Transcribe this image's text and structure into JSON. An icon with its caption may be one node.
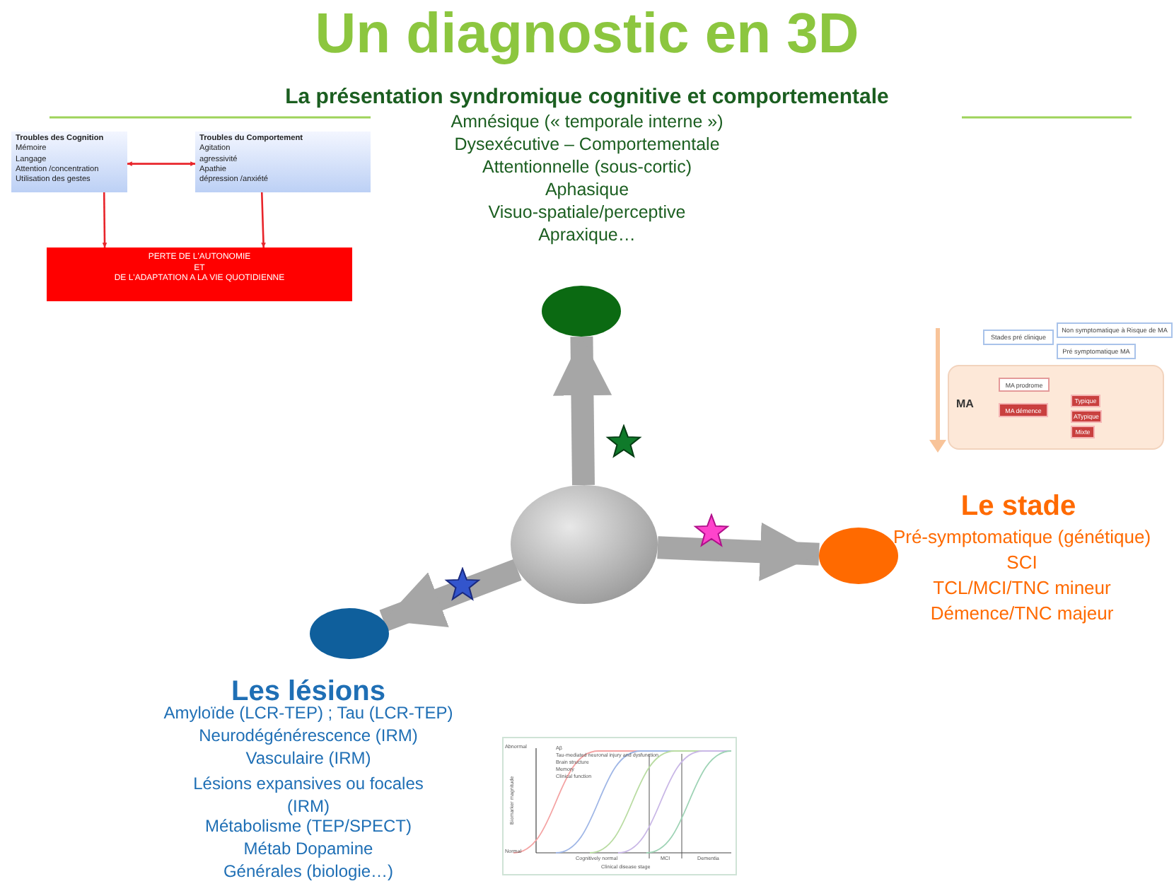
{
  "diagram": {
    "title": "Un diagnostic en 3D",
    "nodes": [
      {
        "text": [
          "Troubles des Cognition",
          "Mémoire",
          "Langage",
          "Attention /concentration",
          "Utilisation des gestes"
        ]
      },
      {
        "text": [
          "Troubles du Comportement",
          "Agitation",
          "agressivité",
          "Apathie",
          "dépression /anxiété"
        ]
      },
      {
        "text": [
          "PERTE DE L'AUTONOMIE",
          "ET",
          "DE L'ADAPTATION A LA VIE QUOTIDIENNE"
        ]
      },
      {
        "text": [],
        "shape": "circle"
      },
      {
        "text": [],
        "shape": "circle"
      },
      {
        "text": [],
        "shape": "circle"
      },
      {
        "text": [],
        "shape": "circle"
      },
      {
        "text": [
          "Stades pré clinique"
        ]
      },
      {
        "text": [
          "Non symptomatique à Risque de MA"
        ]
      },
      {
        "text": [
          "Pré symptomatique MA"
        ]
      },
      {
        "text": [
          "MA"
        ]
      },
      {
        "text": [
          "MA prodrome"
        ],
        "in": 10
      },
      {
        "text": [
          "MA démence"
        ],
        "in": 10
      },
      {
        "text": [
          "Typique"
        ],
        "in": 10
      },
      {
        "text": [
          "ATypique"
        ],
        "in": 10
      },
      {
        "text": [
          "Mixte"
        ],
        "in": 10
      }
    ],
    "edges": [
      {
        "from": 0,
        "to": 1,
        "arrow": "both"
      },
      {
        "from": 0,
        "to": 2,
        "arrow": "to"
      },
      {
        "from": 1,
        "to": 2,
        "arrow": "to"
      },
      {
        "from": 3,
        "to": 4,
        "arrow": "to",
        "style": "thick",
        "color": "#a6a6a6"
      },
      {
        "from": 3,
        "to": 5,
        "arrow": "to",
        "style": "thick",
        "color": "#a6a6a6"
      },
      {
        "from": 3,
        "to": 6,
        "arrow": "to",
        "style": "thick",
        "color": "#a6a6a6"
      }
    ],
    "labels": [
      "La présentation syndromique cognitive et comportementale",
      "Amnésique (« temporale interne »)",
      "Dysexécutive – Comportementale",
      "Attentionnelle (sous-cortic)",
      "Aphasique",
      "Visuo-spatiale/perceptive",
      "Apraxique…",
      "Le stade",
      "Pré-symptomatique (génétique)",
      "SCI",
      "TCL/MCI/TNC mineur",
      "Démence/TNC majeur",
      "Les lésions",
      "Amyloïde (LCR-TEP) ; Tau (LCR-TEP)",
      "Neurodégénérescence (IRM)",
      "Vasculaire (IRM)",
      "Lésions expansives ou focales (IRM)",
      "Métabolisme (TEP/SPECT)",
      "Métab Dopamine",
      "Générales (biologie…)",
      "Abnormal",
      "Aβ",
      "Tau-mediated neuronal injury and dysfunction",
      "Brain structure",
      "Memory",
      "Clinical function",
      "Biomarker magnitude",
      "Normal",
      "Cognitively normal",
      "MCI",
      "Dementia",
      "Clinical disease stage"
    ]
  }
}
